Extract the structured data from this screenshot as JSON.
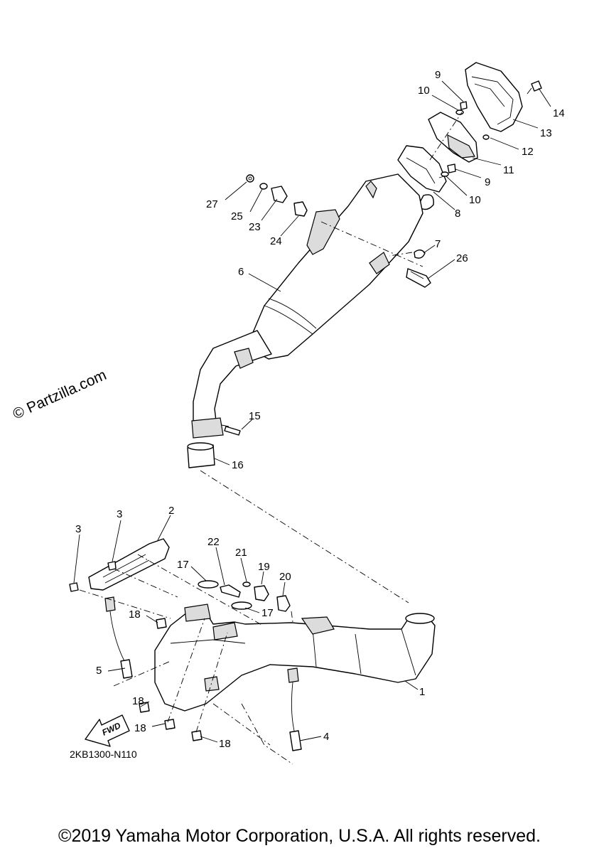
{
  "watermark": "© Partzilla.com",
  "diagram_code": "2KB1300-N110",
  "fwd_label": "FWD",
  "copyright": "©2019 Yamaha Motor Corporation, U.S.A. All rights reserved.",
  "callouts": [
    {
      "id": "c9a",
      "label": "9"
    },
    {
      "id": "c10a",
      "label": "10"
    },
    {
      "id": "c14",
      "label": "14"
    },
    {
      "id": "c13",
      "label": "13"
    },
    {
      "id": "c12",
      "label": "12"
    },
    {
      "id": "c11",
      "label": "11"
    },
    {
      "id": "c9b",
      "label": "9"
    },
    {
      "id": "c10b",
      "label": "10"
    },
    {
      "id": "c8",
      "label": "8"
    },
    {
      "id": "c7",
      "label": "7"
    },
    {
      "id": "c26",
      "label": "26"
    },
    {
      "id": "c27",
      "label": "27"
    },
    {
      "id": "c25",
      "label": "25"
    },
    {
      "id": "c23",
      "label": "23"
    },
    {
      "id": "c24",
      "label": "24"
    },
    {
      "id": "c6",
      "label": "6"
    },
    {
      "id": "c15",
      "label": "15"
    },
    {
      "id": "c16",
      "label": "16"
    },
    {
      "id": "c3a",
      "label": "3"
    },
    {
      "id": "c3b",
      "label": "3"
    },
    {
      "id": "c2",
      "label": "2"
    },
    {
      "id": "c22",
      "label": "22"
    },
    {
      "id": "c21",
      "label": "21"
    },
    {
      "id": "c19",
      "label": "19"
    },
    {
      "id": "c20",
      "label": "20"
    },
    {
      "id": "c17a",
      "label": "17"
    },
    {
      "id": "c17b",
      "label": "17"
    },
    {
      "id": "c18a",
      "label": "18"
    },
    {
      "id": "c5",
      "label": "5"
    },
    {
      "id": "c1",
      "label": "1"
    },
    {
      "id": "c18b",
      "label": "18"
    },
    {
      "id": "c18c",
      "label": "18"
    },
    {
      "id": "c18d",
      "label": "18"
    },
    {
      "id": "c4",
      "label": "4"
    }
  ]
}
